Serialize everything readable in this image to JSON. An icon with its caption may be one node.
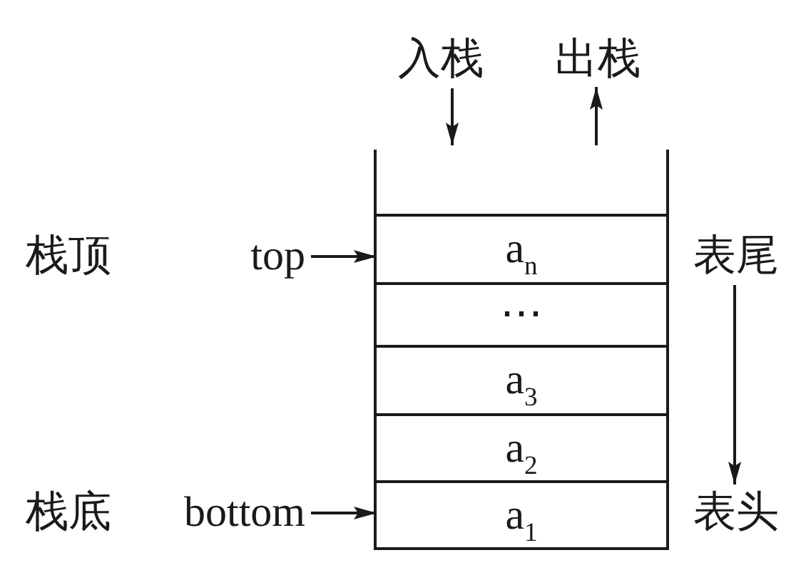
{
  "diagram": {
    "nodes": [
      {
        "text": [
          "入栈"
        ]
      },
      {
        "text": [
          "出栈"
        ]
      },
      {
        "text": [],
        "shape": "box"
      },
      {
        "text": [
          "a$_{n}$"
        ],
        "in": 2
      },
      {
        "text": [
          "⋯"
        ],
        "in": 2
      },
      {
        "text": [
          "a$_{3}$"
        ],
        "in": 2
      },
      {
        "text": [
          "a$_{2}$"
        ],
        "in": 2
      },
      {
        "text": [
          "a$_{1}$"
        ],
        "in": 2
      },
      {
        "text": [
          "top"
        ]
      },
      {
        "text": [
          "bottom"
        ]
      },
      {
        "text": [
          "表尾"
        ]
      },
      {
        "text": [
          "表头"
        ]
      }
    ],
    "edges": [
      {
        "from": 0,
        "to": 2,
        "arrow": "to"
      },
      {
        "from": 2,
        "to": 1,
        "arrow": "to"
      },
      {
        "from": 8,
        "to": 3,
        "arrow": "to"
      },
      {
        "from": 9,
        "to": 7,
        "arrow": "to"
      },
      {
        "from": 10,
        "to": 11,
        "arrow": "to"
      }
    ],
    "labels": [
      "栈顶",
      "栈底"
    ]
  }
}
